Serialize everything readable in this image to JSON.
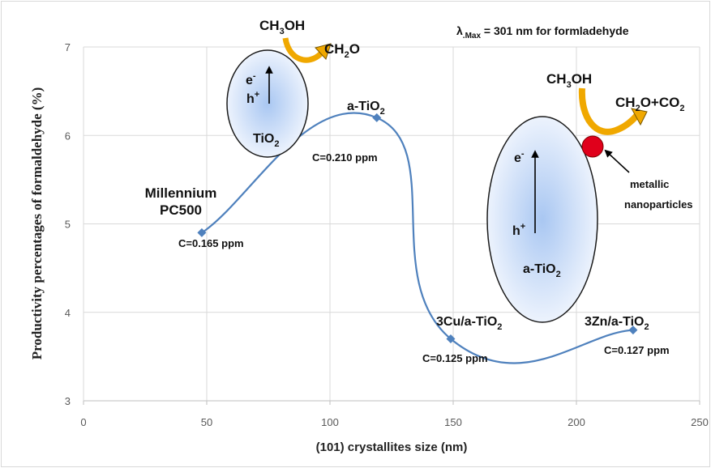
{
  "chart_data": {
    "type": "line",
    "xlabel": "(101) crystallites size (nm)",
    "ylabel": "Productivity percentages of formaldehyde (%)",
    "xlim": [
      0,
      250
    ],
    "ylim": [
      3,
      7
    ],
    "xticks": [
      "0",
      "50",
      "100",
      "150",
      "200",
      "250"
    ],
    "yticks": [
      "3",
      "4",
      "5",
      "6",
      "7"
    ],
    "grid": true,
    "series": [
      {
        "color": "#4F81BD",
        "points": [
          {
            "x": 48,
            "y": 4.9,
            "label": "Millennium PC500",
            "conc": "C=0.165 ppm"
          },
          {
            "x": 119,
            "y": 6.2,
            "label": "a-TiO2",
            "conc": "C=0.210 ppm"
          },
          {
            "x": 149,
            "y": 3.7,
            "label": "3Cu/a-TiO2",
            "conc": "C=0.125 ppm"
          },
          {
            "x": 223,
            "y": 3.8,
            "label": "3Zn/a-TiO2",
            "conc": "C=0.127 ppm"
          }
        ]
      }
    ],
    "annotation_lambda": "λ.Max = 301 nm for formladehyde",
    "inset_left": {
      "e": "e-",
      "h": "h+",
      "oxide": "TiO2",
      "reactant": "CH3OH",
      "product": "CH2O"
    },
    "inset_right": {
      "e": "e-",
      "h": "h+",
      "oxide": "a-TiO2",
      "reactant": "CH3OH",
      "product": "CH2O+CO2",
      "metal": "metallic nanoparticles",
      "metal_color": "#E0001B"
    }
  }
}
